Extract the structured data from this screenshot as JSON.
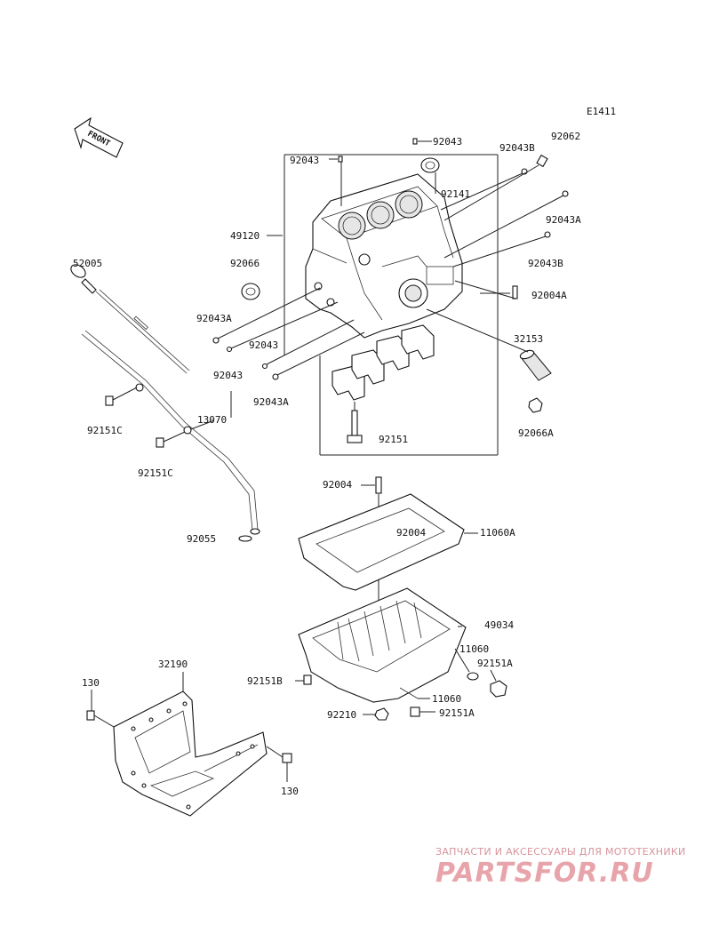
{
  "diagram": {
    "code": "E1411",
    "front_label": "FRONT",
    "labels": [
      "92043",
      "92043B",
      "92062",
      "92043",
      "92141",
      "49120",
      "92043A",
      "92066",
      "92043B",
      "92004A",
      "92043A",
      "92043",
      "32153",
      "92043",
      "92043A",
      "92151",
      "92066A",
      "52005",
      "92151C",
      "13070",
      "92151C",
      "92055",
      "92004",
      "92004",
      "11060A",
      "49034",
      "11060",
      "92151A",
      "92151B",
      "11060",
      "92210",
      "92151A",
      "32190",
      "130",
      "130"
    ]
  },
  "watermark": {
    "top": "ЗАПЧАСТИ И АКСЕССУАРЫ ДЛЯ МОТОТЕХНИКИ",
    "logo": "PARTSFOR.RU"
  }
}
